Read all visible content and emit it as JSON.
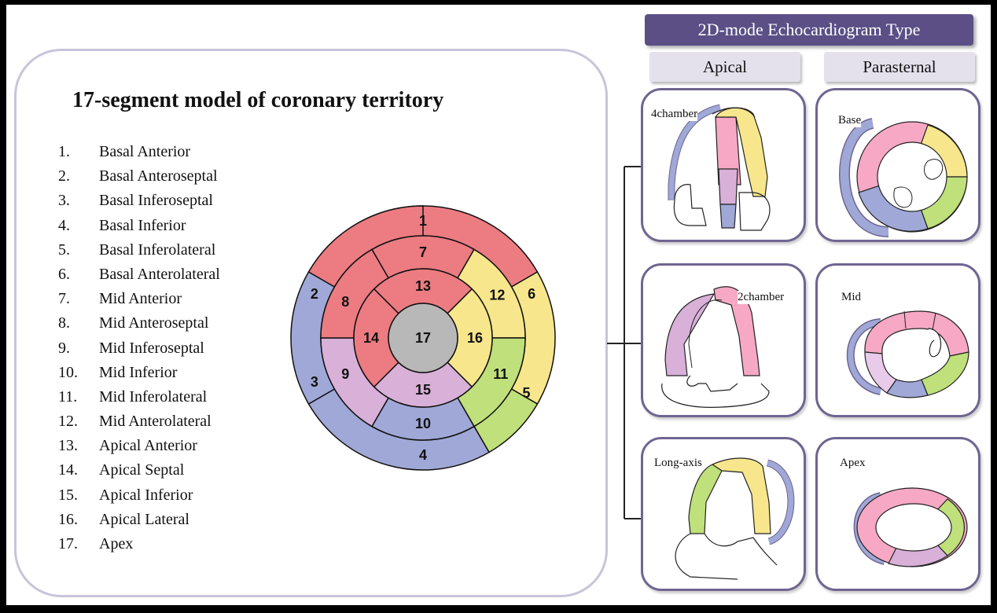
{
  "title": "17-segment model of coronary territory",
  "segments": [
    {
      "num": "1.",
      "name": "Basal Anterior"
    },
    {
      "num": "2.",
      "name": "Basal Anteroseptal"
    },
    {
      "num": "3.",
      "name": "Basal Inferoseptal"
    },
    {
      "num": "4.",
      "name": "Basal Inferior"
    },
    {
      "num": "5.",
      "name": "Basal Inferolateral"
    },
    {
      "num": "6.",
      "name": "Basal Anterolateral"
    },
    {
      "num": "7.",
      "name": "Mid Anterior"
    },
    {
      "num": "8.",
      "name": "Mid Anteroseptal"
    },
    {
      "num": "9.",
      "name": "Mid Inferoseptal"
    },
    {
      "num": "10.",
      "name": "Mid Inferior"
    },
    {
      "num": "11.",
      "name": "Mid Inferolateral"
    },
    {
      "num": "12.",
      "name": "Mid Anterolateral"
    },
    {
      "num": "13.",
      "name": "Apical Anterior"
    },
    {
      "num": "14.",
      "name": "Apical Septal"
    },
    {
      "num": "15.",
      "name": "Apical Inferior"
    },
    {
      "num": "16.",
      "name": "Apical Lateral"
    },
    {
      "num": "17.",
      "name": "Apex"
    }
  ],
  "bullseye": {
    "labels": [
      "1",
      "2",
      "3",
      "4",
      "5",
      "6",
      "7",
      "8",
      "9",
      "10",
      "11",
      "12",
      "13",
      "14",
      "15",
      "16",
      "17"
    ]
  },
  "header": "2D-mode Echocardiogram Type",
  "columns": {
    "apical": "Apical",
    "parasternal": "Parasternal"
  },
  "views": {
    "four_chamber": "4chamber",
    "two_chamber": "2chamber",
    "long_axis": "Long-axis",
    "base": "Base",
    "mid": "Mid",
    "apex": "Apex"
  },
  "colors": {
    "red": "#ec7c82",
    "pink": "#f6a8c4",
    "yellow": "#f7e68c",
    "green": "#bfe07a",
    "blue": "#9fa8d6",
    "lilac": "#d8b0d8",
    "gray": "#b8b8b8",
    "frame": "#6f6591",
    "header": "#5b4f86"
  }
}
